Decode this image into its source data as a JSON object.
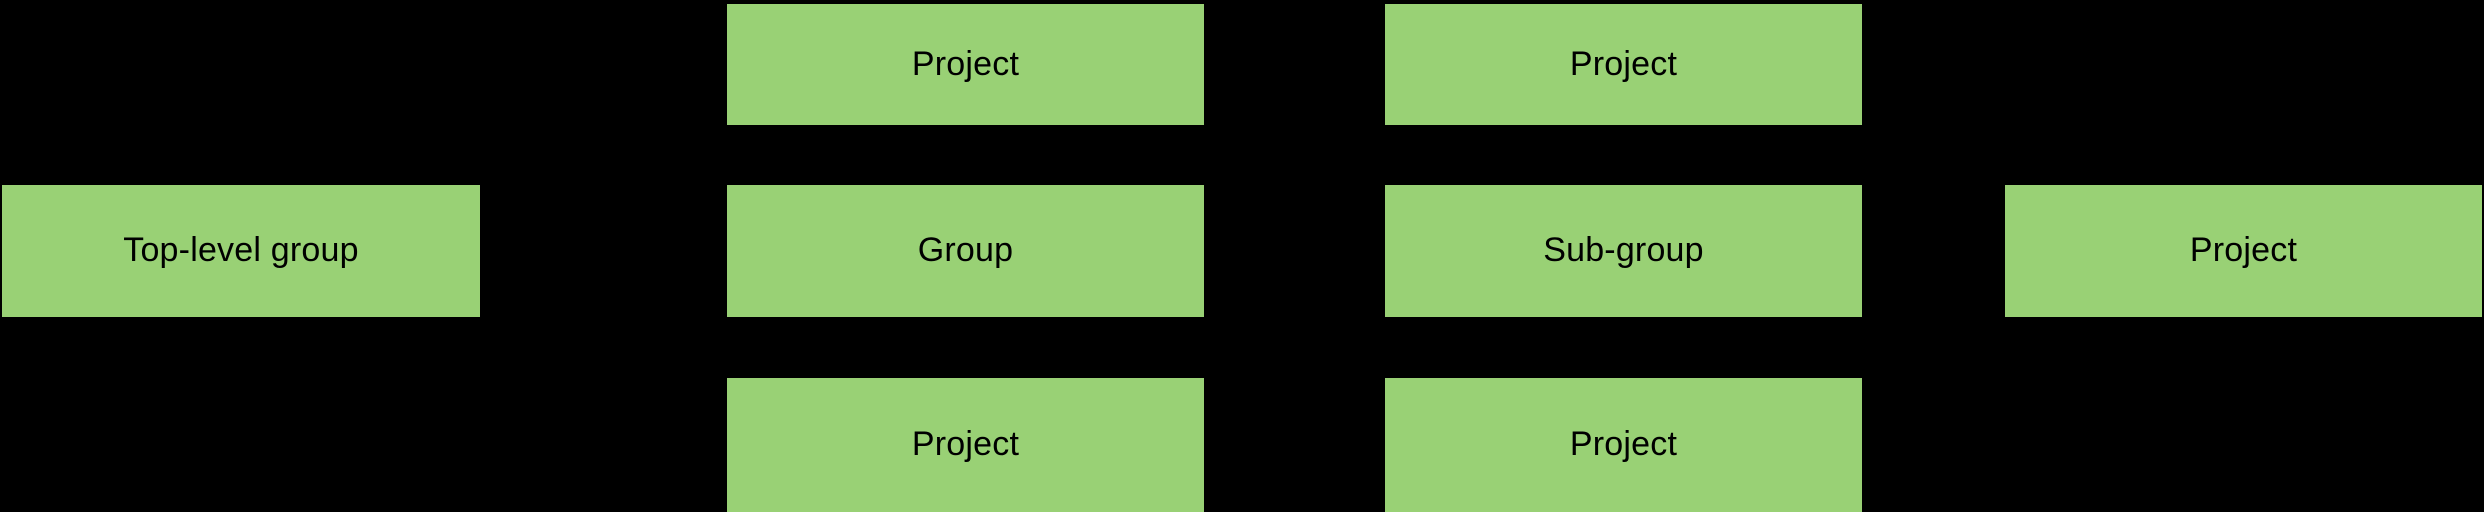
{
  "diagram": {
    "type": "hierarchy-diagram",
    "background_color": "#000000",
    "node_fill_color": "#99d175",
    "node_text_color": "#000000",
    "columns": [
      {
        "name": "top-level-group-column",
        "nodes": [
          {
            "label": "Top-level group",
            "row": "middle"
          }
        ]
      },
      {
        "name": "group-column",
        "nodes": [
          {
            "label": "Project",
            "row": "top"
          },
          {
            "label": "Group",
            "row": "middle"
          },
          {
            "label": "Project",
            "row": "bottom"
          }
        ]
      },
      {
        "name": "sub-group-column",
        "nodes": [
          {
            "label": "Project",
            "row": "top"
          },
          {
            "label": "Sub-group",
            "row": "middle"
          },
          {
            "label": "Project",
            "row": "bottom"
          }
        ]
      },
      {
        "name": "project-column",
        "nodes": [
          {
            "label": "Project",
            "row": "middle"
          }
        ]
      }
    ]
  }
}
